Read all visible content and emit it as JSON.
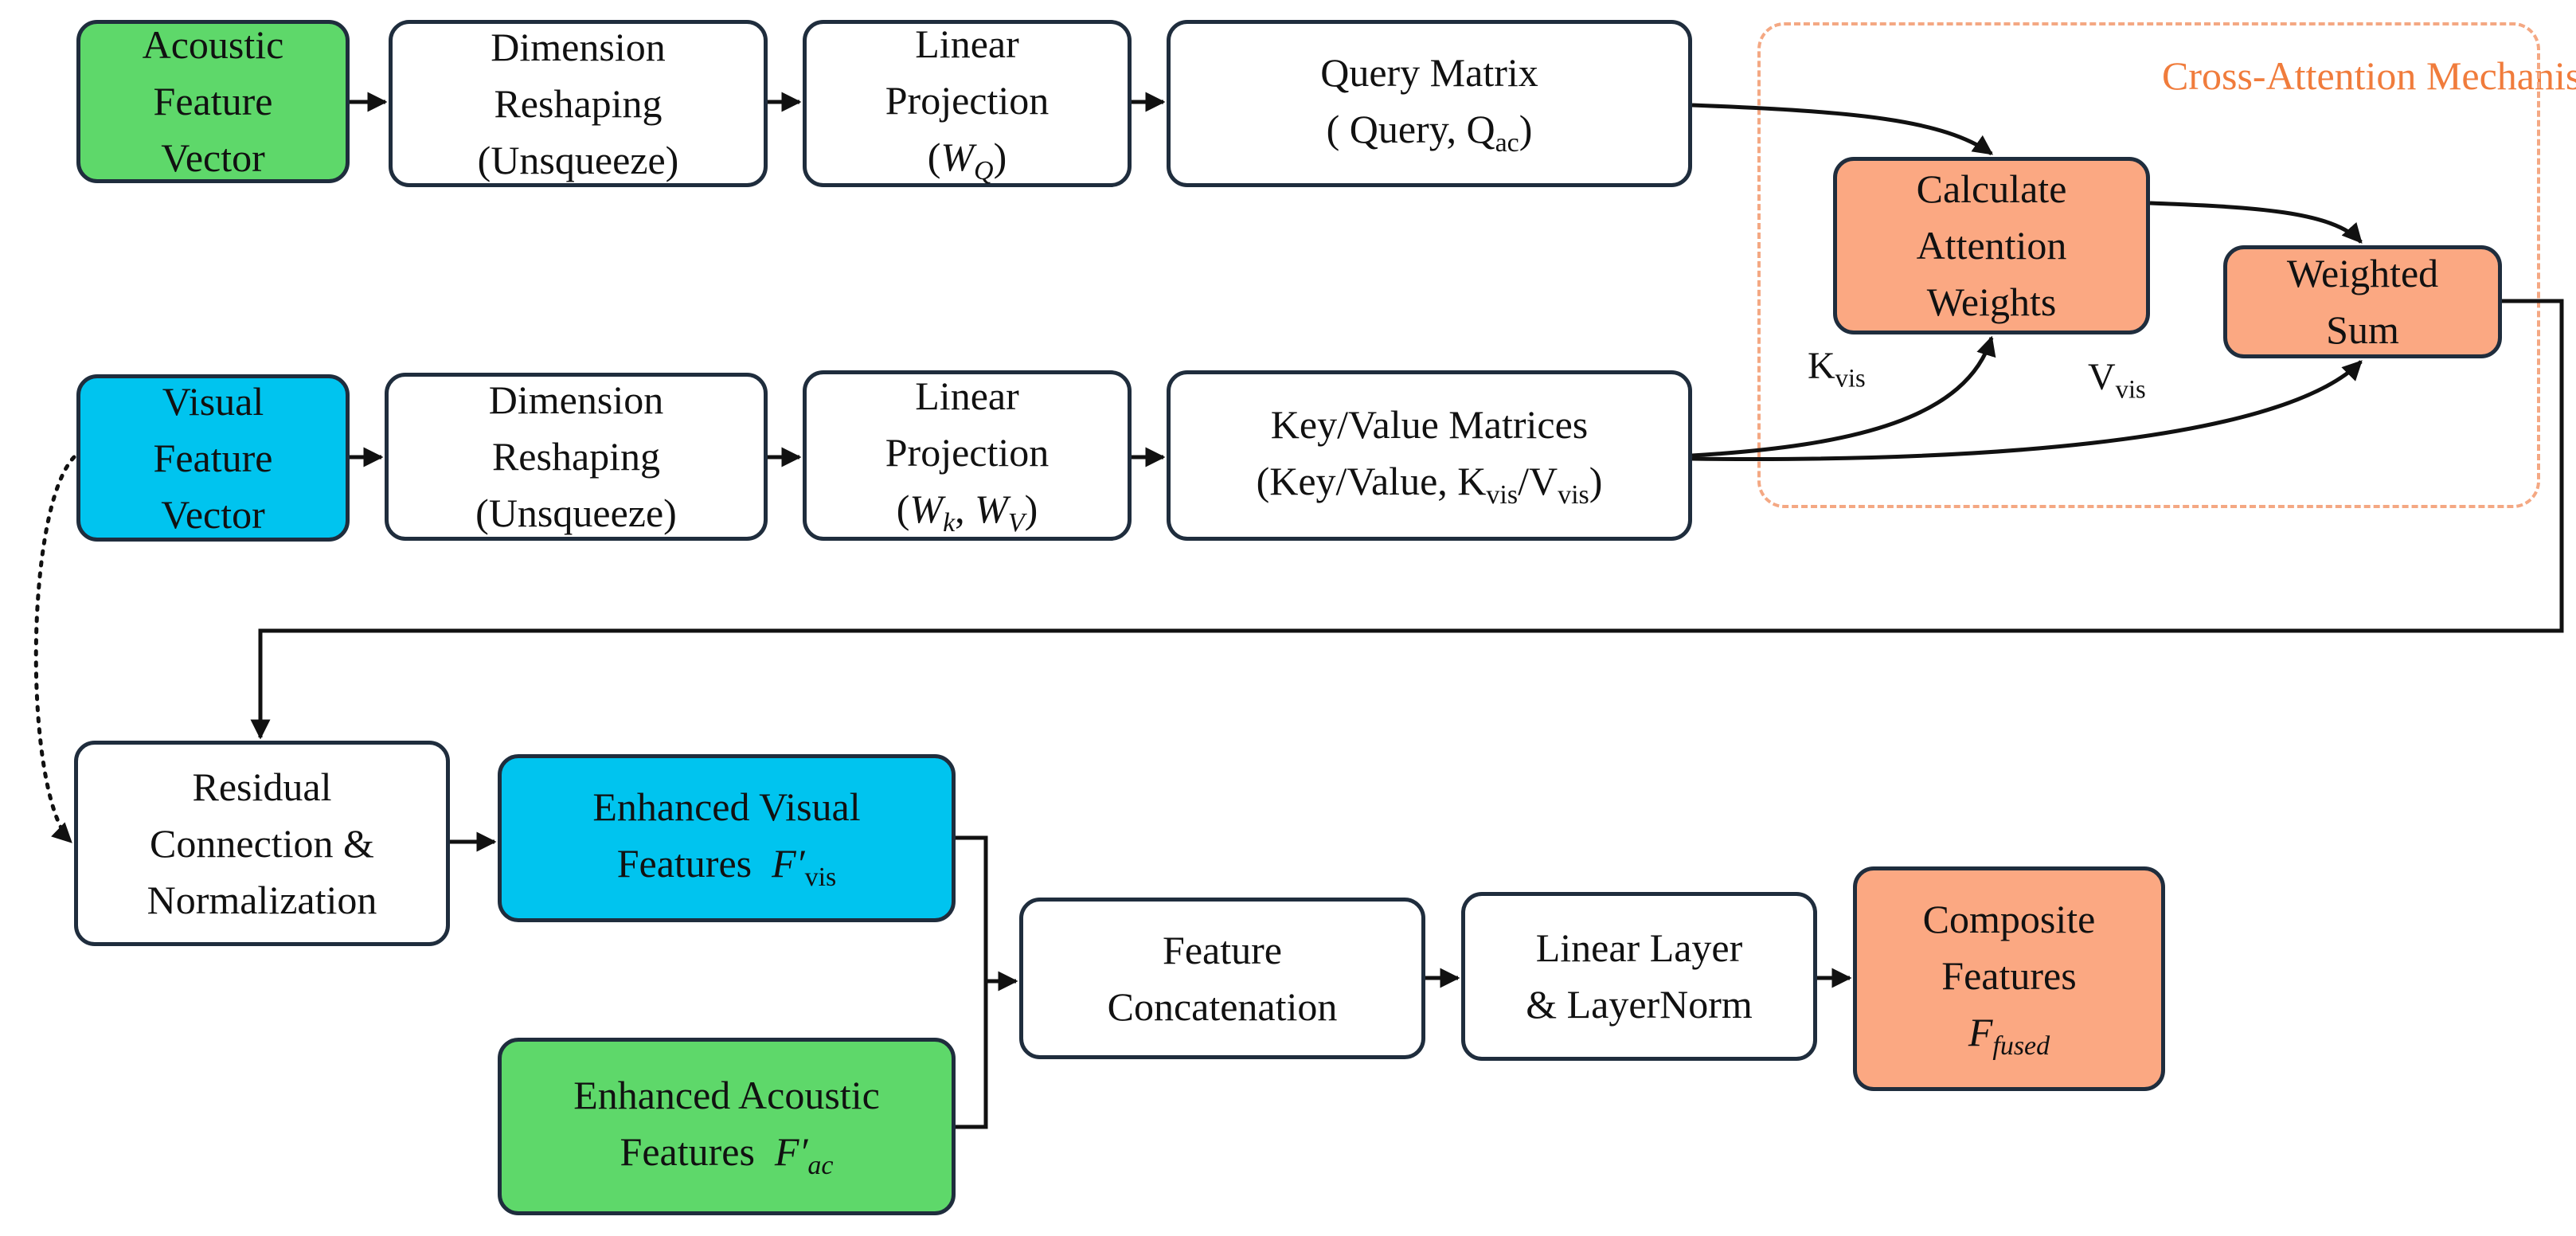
{
  "colors": {
    "green": "#5ed86a",
    "cyan": "#00c4ef",
    "orange": "#fba882",
    "border": "#1f2d3d",
    "region_border": "#f4a883",
    "region_title": "#f07c3c"
  },
  "region": {
    "title": [
      "Cross-Attention",
      "Mechanism"
    ]
  },
  "nodes": {
    "acoustic_vector": {
      "lines": [
        "Acoustic",
        "Feature",
        "Vector"
      ],
      "fill": "green"
    },
    "dim_reshape_1": {
      "lines": [
        "Dimension",
        "Reshaping",
        "(Unsqueeze)"
      ]
    },
    "linear_proj_1": {
      "lines": [
        "Linear",
        "Projection"
      ],
      "math": "W",
      "math_sub": "Q",
      "math_open": "(",
      "math_close": ")"
    },
    "query_matrix": {
      "lines": [
        "Query Matrix"
      ],
      "paren_text": "( Query, Q",
      "paren_sub": "ac",
      "paren_close": ")"
    },
    "visual_vector": {
      "lines": [
        "Visual",
        "Feature",
        "Vector"
      ],
      "fill": "cyan"
    },
    "dim_reshape_2": {
      "lines": [
        "Dimension",
        "Reshaping",
        "(Unsqueeze)"
      ]
    },
    "linear_proj_2": {
      "lines": [
        "Linear",
        "Projection"
      ],
      "math_open": "(",
      "math_a": "W",
      "math_a_sub": "k",
      "math_sep": ", ",
      "math_b": "W",
      "math_b_sub": "V",
      "math_close": ")"
    },
    "kv_matrices": {
      "lines": [
        "Key/Value Matrices"
      ],
      "paren_text": "(Key/Value, K",
      "paren_sub_a": "vis",
      "paren_mid": "/V",
      "paren_sub_b": "vis",
      "paren_close": ")"
    },
    "calc_attention": {
      "lines": [
        "Calculate",
        "Attention",
        "Weights"
      ],
      "fill": "orange"
    },
    "weighted_sum": {
      "lines": [
        "Weighted",
        "Sum"
      ],
      "fill": "orange"
    },
    "residual": {
      "lines": [
        "Residual",
        "Connection &",
        "Normalization"
      ]
    },
    "enh_visual": {
      "lines": [
        "Enhanced Visual"
      ],
      "label_prefix": "Features",
      "math": "F′",
      "math_sub": "vis",
      "fill": "cyan"
    },
    "enh_acoustic": {
      "lines": [
        "Enhanced Acoustic"
      ],
      "label_prefix": "Features",
      "math": "F′",
      "math_sub": "ac",
      "fill": "green"
    },
    "concat": {
      "lines": [
        "Feature",
        "Concatenation"
      ]
    },
    "linear_layer": {
      "lines": [
        "Linear Layer",
        "& LayerNorm"
      ]
    },
    "composite": {
      "lines": [
        "Composite",
        "Features"
      ],
      "math": "F",
      "math_sub": "fused",
      "fill": "orange"
    }
  },
  "edge_labels": {
    "k_vis": {
      "text": "K",
      "sub": "vis"
    },
    "v_vis": {
      "text": "V",
      "sub": "vis"
    }
  },
  "edges": [
    {
      "from": "acoustic_vector",
      "to": "dim_reshape_1",
      "style": "solid"
    },
    {
      "from": "dim_reshape_1",
      "to": "linear_proj_1",
      "style": "solid"
    },
    {
      "from": "linear_proj_1",
      "to": "query_matrix",
      "style": "solid"
    },
    {
      "from": "query_matrix",
      "to": "calc_attention",
      "style": "solid"
    },
    {
      "from": "visual_vector",
      "to": "dim_reshape_2",
      "style": "solid"
    },
    {
      "from": "dim_reshape_2",
      "to": "linear_proj_2",
      "style": "solid"
    },
    {
      "from": "linear_proj_2",
      "to": "kv_matrices",
      "style": "solid"
    },
    {
      "from": "kv_matrices",
      "to": "calc_attention",
      "style": "solid",
      "label": "k_vis"
    },
    {
      "from": "kv_matrices",
      "to": "weighted_sum",
      "style": "solid",
      "label": "v_vis"
    },
    {
      "from": "calc_attention",
      "to": "weighted_sum",
      "style": "solid"
    },
    {
      "from": "weighted_sum",
      "to": "residual",
      "style": "solid"
    },
    {
      "from": "visual_vector",
      "to": "residual",
      "style": "dotted"
    },
    {
      "from": "residual",
      "to": "enh_visual",
      "style": "solid"
    },
    {
      "from": "enh_visual",
      "to": "concat",
      "style": "solid"
    },
    {
      "from": "enh_acoustic",
      "to": "concat",
      "style": "solid"
    },
    {
      "from": "concat",
      "to": "linear_layer",
      "style": "solid"
    },
    {
      "from": "linear_layer",
      "to": "composite",
      "style": "solid"
    }
  ]
}
